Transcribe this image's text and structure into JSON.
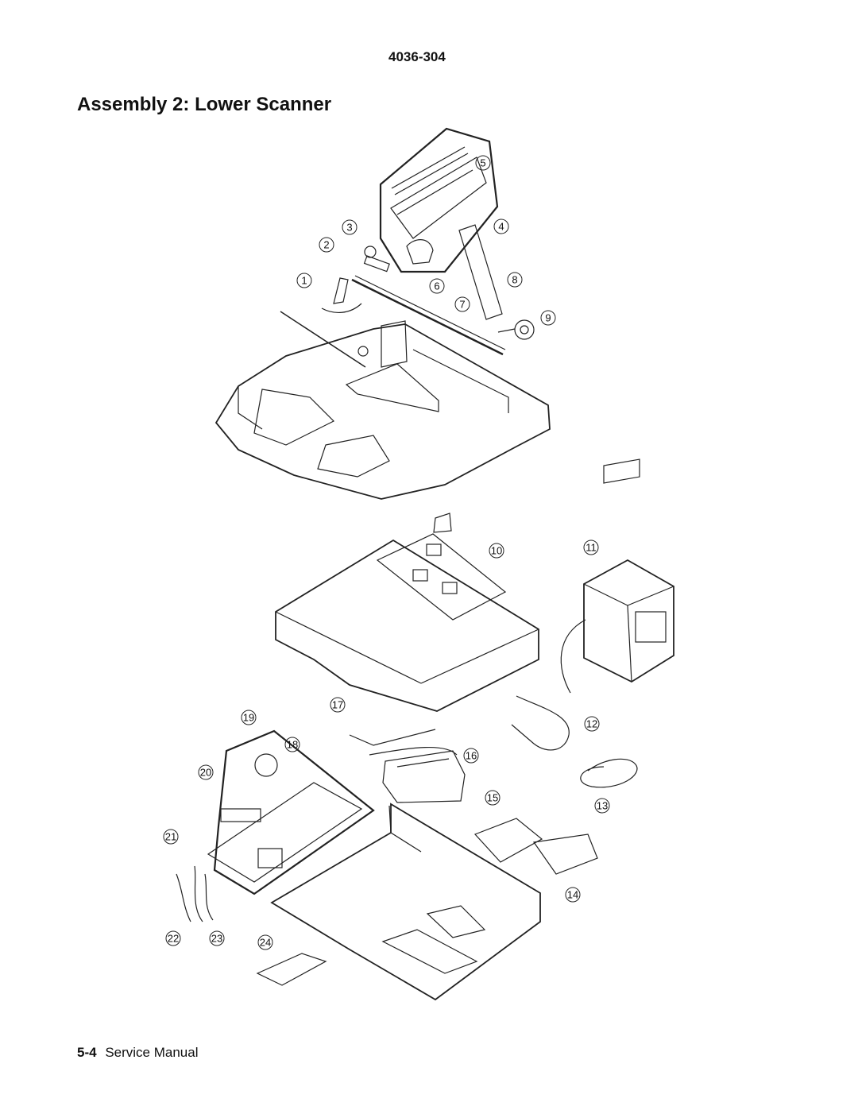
{
  "header": {
    "model_number": "4036-304"
  },
  "page_title": "Assembly 2:  Lower Scanner",
  "footer": {
    "page_number": "5-4",
    "manual_name": "Service Manual"
  },
  "callouts": [
    "1",
    "2",
    "3",
    "4",
    "5",
    "6",
    "7",
    "8",
    "9",
    "10",
    "11",
    "12",
    "13",
    "14",
    "15",
    "16",
    "17",
    "18",
    "19",
    "20",
    "21",
    "22",
    "23",
    "24"
  ]
}
